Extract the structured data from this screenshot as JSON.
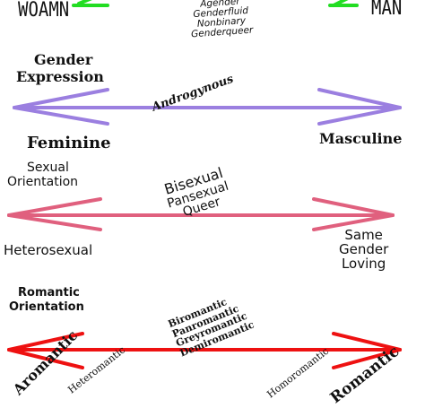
{
  "gender_identity": {
    "left_end": "WOAMN",
    "right_end": "MAN",
    "middle_terms": [
      "Agender",
      "Genderfluid",
      "Nonbinary",
      "Genderqueer"
    ],
    "color": "#22dd22"
  },
  "gender_expression": {
    "heading_line1": "Gender",
    "heading_line2": "Expression",
    "middle_term": "Androgynous",
    "left_end": "Feminine",
    "right_end": "Masculine",
    "color": "#9b7fe0"
  },
  "sexual_orientation": {
    "heading_line1": "Sexual",
    "heading_line2": "Orientation",
    "middle_terms": [
      "Bisexual",
      "Pansexual",
      "Queer"
    ],
    "left_end": "Heterosexual",
    "right_end_lines": [
      "Same",
      "Gender",
      "Loving"
    ],
    "color": "#e0607e"
  },
  "romantic_orientation": {
    "heading_line1": "Romantic",
    "heading_line2": "Orientation",
    "middle_terms": [
      "Biromantic",
      "Panromantic",
      "Greyromantic",
      "Demiromantic"
    ],
    "left_end": "Aromantic",
    "left_inner": "Heteromantic",
    "right_inner": "Homoromantic",
    "right_end": "Romantic",
    "color": "#ee1111"
  }
}
